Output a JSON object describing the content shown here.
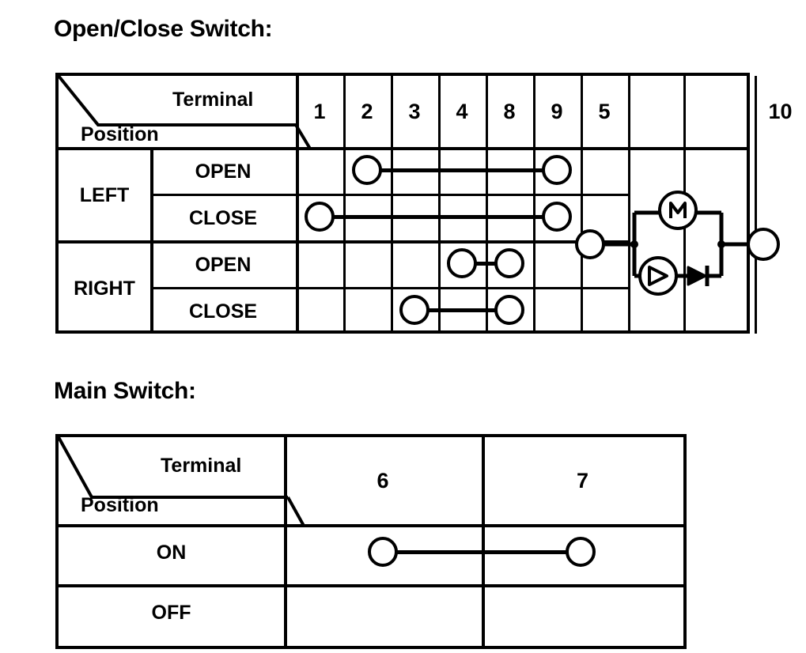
{
  "sections": [
    {
      "id": "open-close",
      "title": "Open/Close Switch:",
      "header": {
        "terminal_label": "Terminal",
        "position_label": "Position"
      },
      "columns": [
        "1",
        "2",
        "3",
        "4",
        "8",
        "9",
        "5",
        "",
        "10"
      ],
      "groups": [
        {
          "label": "LEFT",
          "rows": [
            "OPEN",
            "CLOSE"
          ]
        },
        {
          "label": "RIGHT",
          "rows": [
            "OPEN",
            "CLOSE"
          ]
        }
      ],
      "continuity": [
        {
          "position": "LEFT",
          "state": "OPEN",
          "terminals": [
            "2",
            "9"
          ]
        },
        {
          "position": "LEFT",
          "state": "CLOSE",
          "terminals": [
            "1",
            "9"
          ]
        },
        {
          "position": "RIGHT",
          "state": "OPEN",
          "terminals": [
            "4",
            "8"
          ]
        },
        {
          "position": "RIGHT",
          "state": "CLOSE",
          "terminals": [
            "3",
            "8"
          ]
        }
      ],
      "circuit": {
        "name": "motor-circuit",
        "left_terminal": "5",
        "right_terminal": "10",
        "branches": [
          "motor",
          "lamp-with-diode"
        ]
      }
    },
    {
      "id": "main",
      "title": "Main Switch:",
      "header": {
        "terminal_label": "Terminal",
        "position_label": "Position"
      },
      "columns": [
        "6",
        "7"
      ],
      "rows": [
        "ON",
        "OFF"
      ],
      "continuity": [
        {
          "position": "ON",
          "terminals": [
            "6",
            "7"
          ]
        },
        {
          "position": "OFF",
          "terminals": []
        }
      ]
    }
  ],
  "colors": {
    "ink": "#000000",
    "paper": "#ffffff"
  }
}
